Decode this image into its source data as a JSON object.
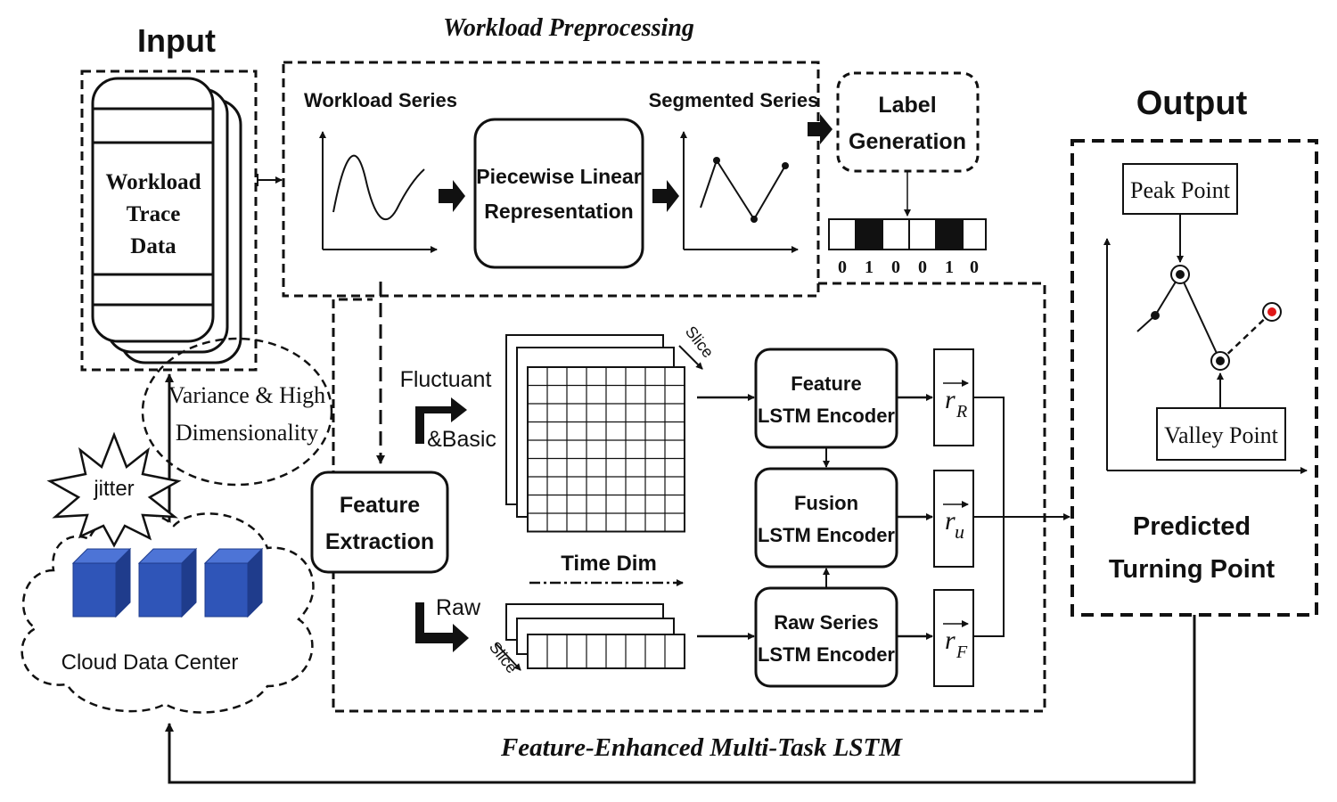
{
  "input": {
    "title": "Input",
    "data_lines": [
      "Workload",
      "Trace",
      "Data"
    ]
  },
  "preprocessing": {
    "title": "Workload Preprocessing",
    "workload_series": "Workload Series",
    "plr_lines": [
      "Piecewise Linear",
      "Representation"
    ],
    "segmented_series": "Segmented Series",
    "label_generation_lines": [
      "Label",
      "Generation"
    ],
    "label_bits": [
      "0",
      "1",
      "0",
      "0",
      "1",
      "0"
    ]
  },
  "environment": {
    "variance_lines": [
      "Variance & High",
      "Dimensionality"
    ],
    "jitter": "jitter",
    "cloud": "Cloud Data Center",
    "cube_color": "#2f55b8"
  },
  "model": {
    "title": "Feature-Enhanced Multi-Task LSTM",
    "feature_extraction_lines": [
      "Feature",
      "Extraction"
    ],
    "fluctuant": "Fluctuant",
    "basic": "&Basic",
    "raw": "Raw",
    "slice": "Slice",
    "time_dim": "Time Dim",
    "encoders": [
      {
        "lines": [
          "Feature",
          "LSTM Encoder"
        ],
        "rep": "r",
        "sub": "R"
      },
      {
        "lines": [
          "Fusion",
          "LSTM Encoder"
        ],
        "rep": "r",
        "sub": "u"
      },
      {
        "lines": [
          "Raw Series",
          "LSTM Encoder"
        ],
        "rep": "r",
        "sub": "F"
      }
    ]
  },
  "output": {
    "title": "Output",
    "peak": "Peak Point",
    "valley": "Valley Point",
    "predicted_lines": [
      "Predicted",
      "Turning Point"
    ],
    "predicted_marker_color": "#e01818"
  }
}
